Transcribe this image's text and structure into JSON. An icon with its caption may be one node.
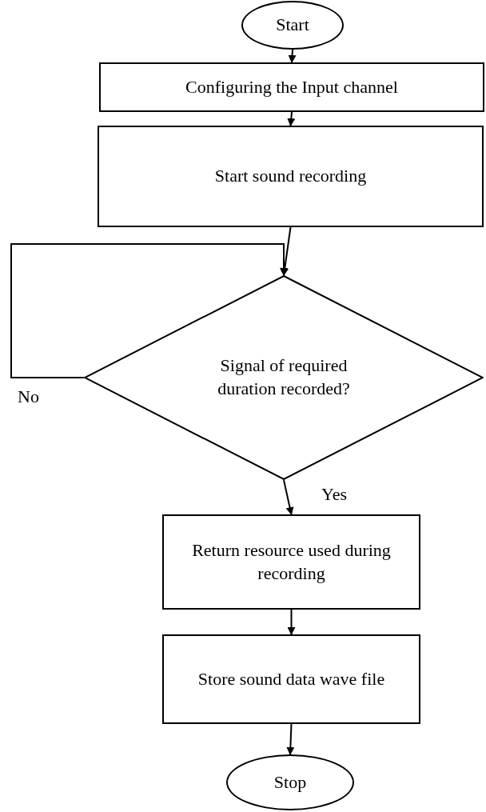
{
  "diagram": {
    "nodes": [
      {
        "text": [
          "Start"
        ]
      },
      {
        "text": [
          "Configuring the Input channel"
        ]
      },
      {
        "text": [
          "Start sound recording"
        ]
      },
      {
        "text": [
          "Signal of required duration recorded?"
        ]
      },
      {
        "text": [
          "Return resource used during recording"
        ]
      },
      {
        "text": [
          "Store sound data wave file"
        ]
      },
      {
        "text": [
          "Stop"
        ]
      }
    ],
    "edges": [
      {
        "from": 0,
        "to": 1,
        "arrow": "to"
      },
      {
        "from": 1,
        "to": 2,
        "arrow": "to"
      },
      {
        "from": 2,
        "to": 3,
        "arrow": "to"
      },
      {
        "from": 3,
        "to": 4,
        "arrow": "to",
        "label": "Yes"
      },
      {
        "from": 3,
        "to": 3,
        "arrow": "to",
        "label": "No"
      },
      {
        "from": 4,
        "to": 5,
        "arrow": "to"
      },
      {
        "from": 5,
        "to": 6,
        "arrow": "to"
      }
    ]
  }
}
